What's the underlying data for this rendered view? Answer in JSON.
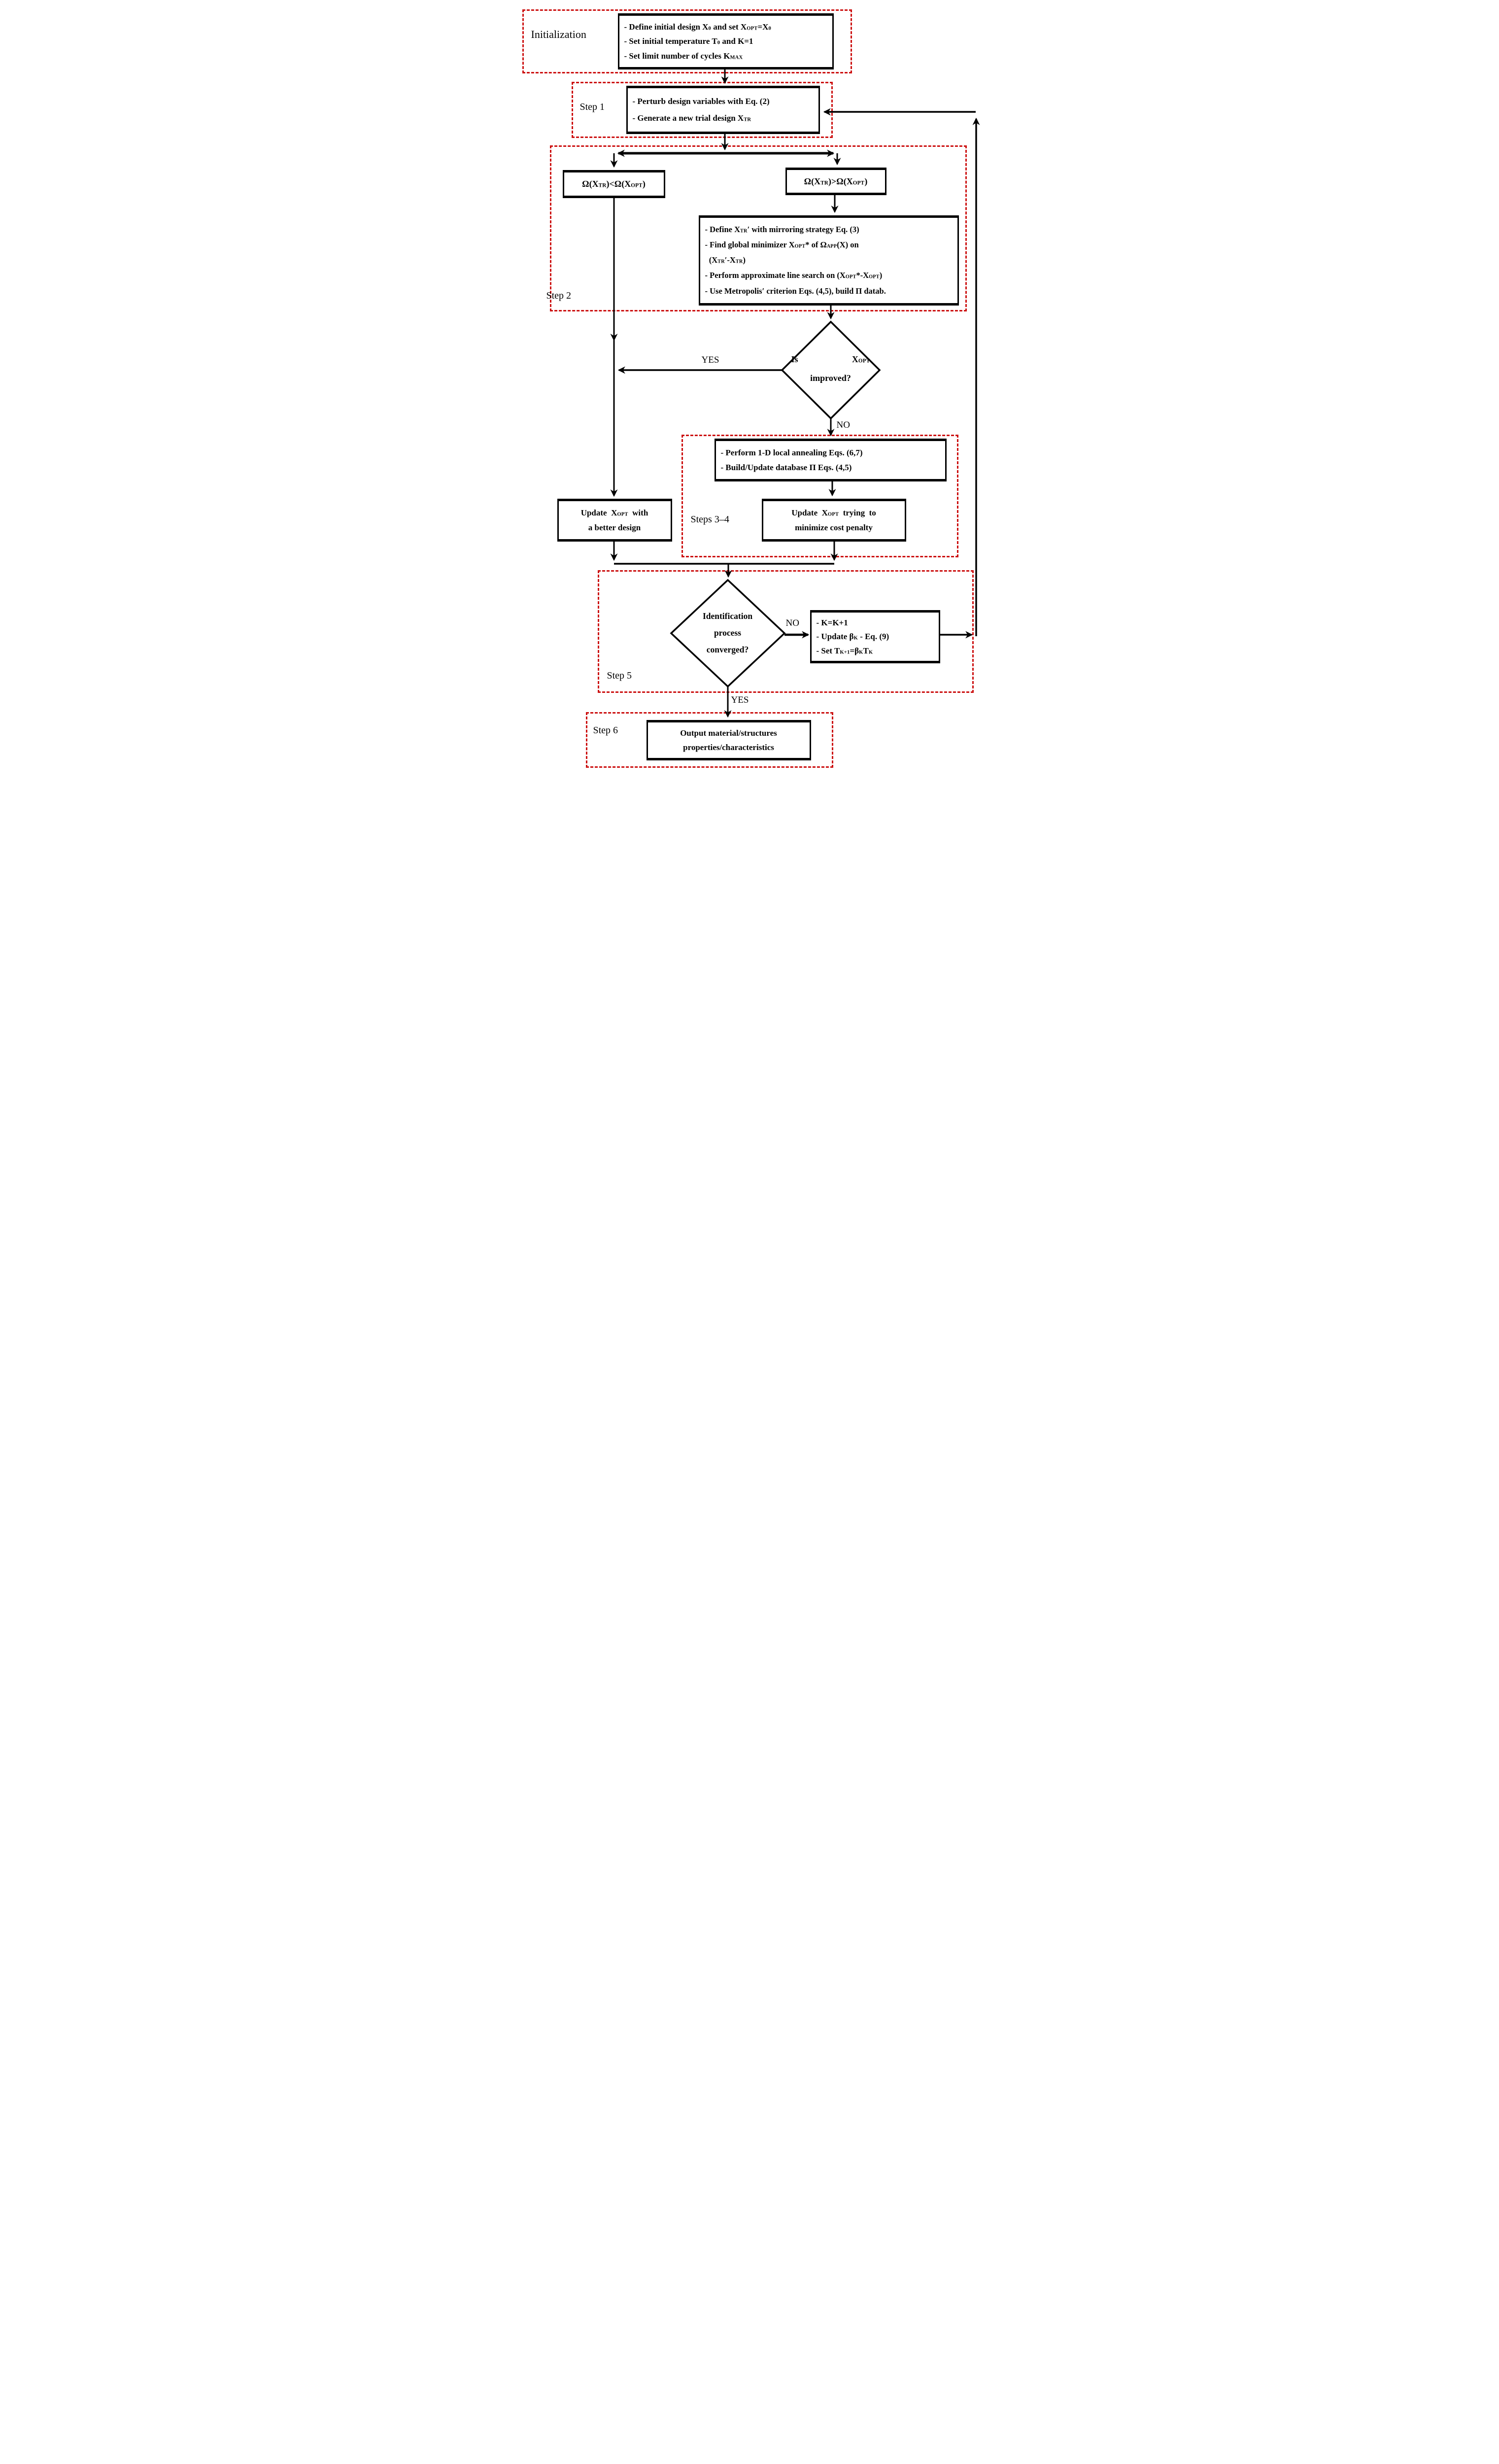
{
  "colors": {
    "accent_red": "#cc1111",
    "line_black": "#000000",
    "background": "#ffffff"
  },
  "stages": {
    "initialization": {
      "label": "Initialization"
    },
    "step1": {
      "label": "Step 1"
    },
    "step2": {
      "label": "Step 2"
    },
    "steps34": {
      "label": "Steps 3–4"
    },
    "step5": {
      "label": "Step 5"
    },
    "step6": {
      "label": "Step 6"
    }
  },
  "boxes": {
    "init": {
      "lines": [
        "- Define initial design X<sub>0</sub> and set X<sub>OPT</sub>=X<sub>0</sub>",
        "- Set initial temperature T<sub>0</sub> and K=1",
        "- Set limit number of cycles K<sub>MAX</sub>"
      ]
    },
    "step1": {
      "lines": [
        "- Perturb design variables with Eq. (2)",
        "- Generate a new trial design X<sub>TR</sub>"
      ]
    },
    "cond_better": {
      "text": "&Omega;(X<sub>TR</sub>)&lt;&Omega;(X<sub>OPT</sub>)"
    },
    "cond_worse": {
      "text": "&Omega;(X<sub>TR</sub>)&gt;&Omega;(X<sub>OPT</sub>)"
    },
    "step2": {
      "lines": [
        "- Define X<sub>TR</sub>&prime; with mirroring strategy Eq. (3)",
        "- Find global minimizer X<sub>OPT</sub>* of &Omega;<sub>APP</sub>(X) on",
        "&nbsp;&nbsp;(X<sub>TR</sub>&prime;-X<sub>TR</sub>)",
        "- Perform approximate line search on (X<sub>OPT</sub>*-X<sub>OPT</sub>)",
        "- Use Metropolis&prime; criterion Eqs. (4,5), build &Pi; datab."
      ]
    },
    "annealing": {
      "lines": [
        "- Perform 1-D local annealing Eqs. (6,7)",
        "- Build/Update database &Pi; Eqs. (4,5)"
      ]
    },
    "update_try": {
      "lines": [
        "Update&nbsp; X<sub>OPT</sub>&nbsp; trying&nbsp; to",
        "minimize cost penalty"
      ]
    },
    "update_better": {
      "lines": [
        "Update&nbsp; X<sub>OPT</sub>&nbsp; with",
        "a better design"
      ]
    },
    "cooling": {
      "lines": [
        "- K=K+1",
        "- Update &beta;<sub>K</sub> - Eq. (9)",
        "- Set T<sub>K+1</sub>=&beta;<sub>K</sub>T<sub>K</sub>"
      ]
    },
    "output": {
      "lines": [
        "Output material/structures",
        "properties/characteristics"
      ]
    }
  },
  "decisions": {
    "improved": {
      "word_is": "Is",
      "word_xopt": "X<sub>OPT</sub>",
      "second_line": "improved?"
    },
    "converged": {
      "lines": [
        "Identification",
        "process",
        "converged?"
      ]
    }
  },
  "edge_labels": {
    "improved_yes": "YES",
    "improved_no": "NO",
    "converged_no": "NO",
    "converged_yes": "YES"
  }
}
